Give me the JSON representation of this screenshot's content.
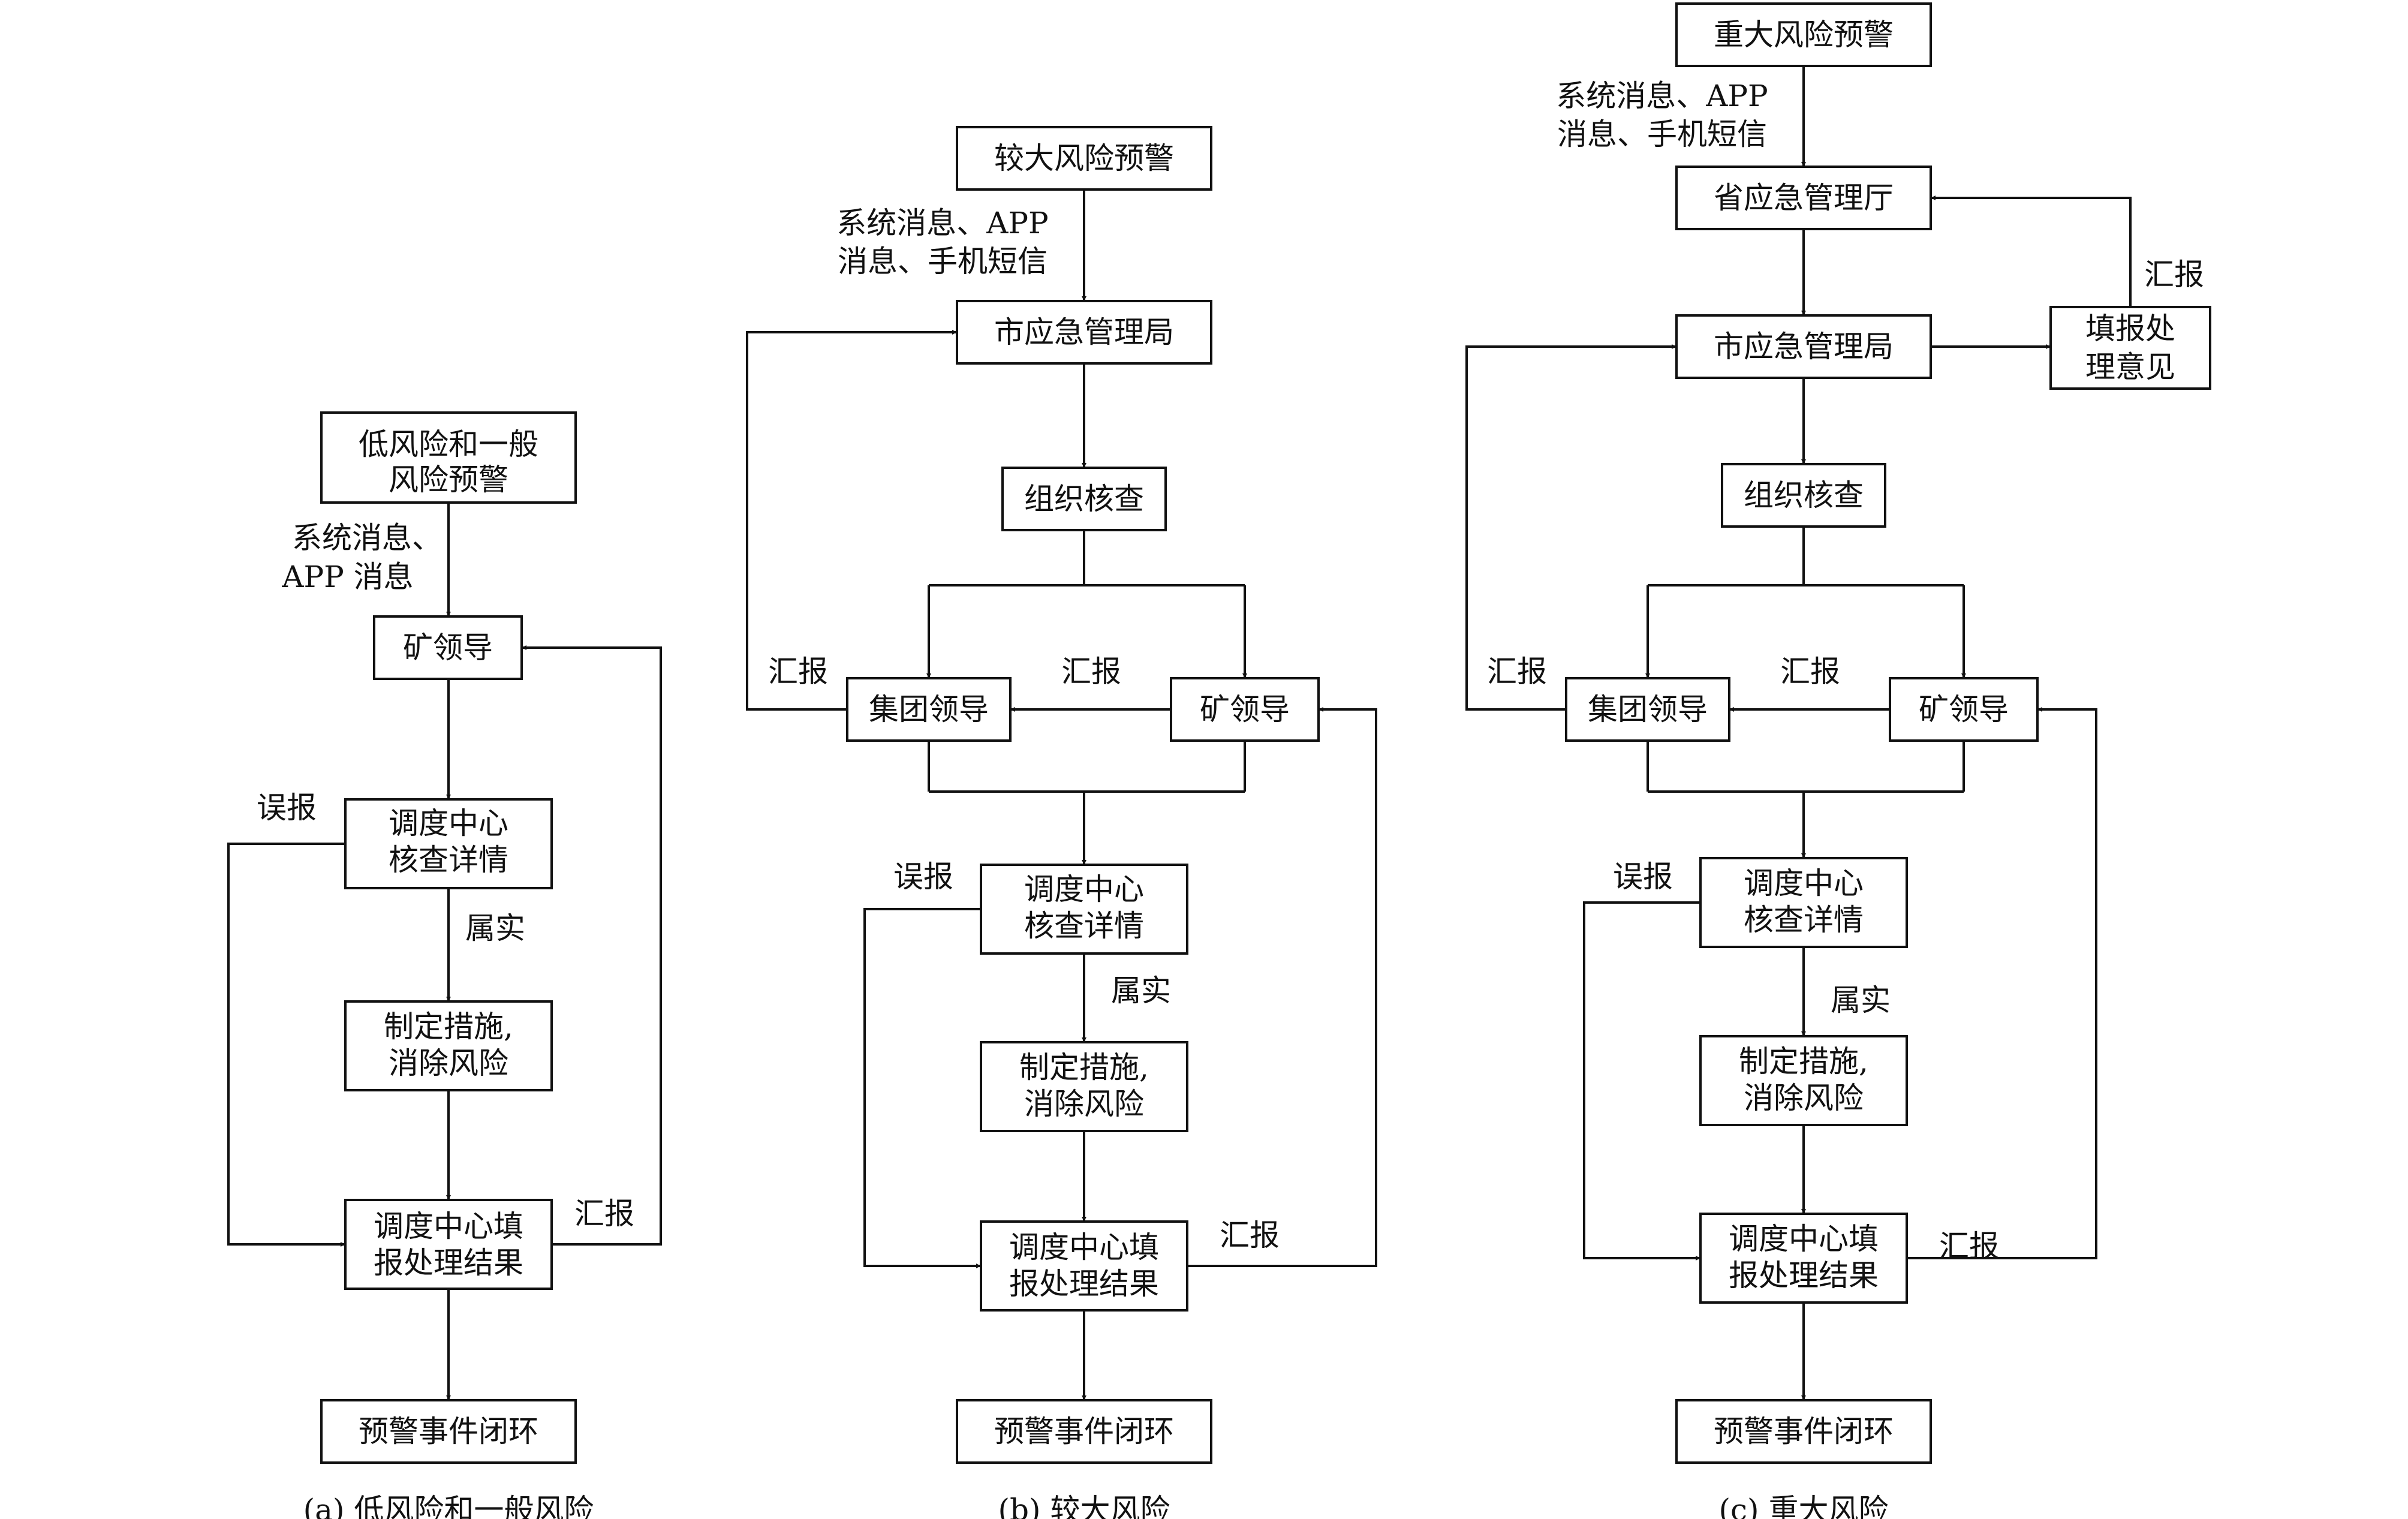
{
  "diagrams": [
    {
      "id": "a",
      "caption": "(a) 低风险和一般风险",
      "nodes": {
        "alert": [
          "低风险和一般",
          "风险预警"
        ],
        "mine_leader": [
          "矿领导"
        ],
        "dispatch_check": [
          "调度中心",
          "核查详情"
        ],
        "measures": [
          "制定措施,",
          "消除风险"
        ],
        "dispatch_report": [
          "调度中心填",
          "报处理结果"
        ],
        "closure": [
          "预警事件闭环"
        ]
      },
      "labels": {
        "notify": [
          "系统消息、",
          "APP 消息"
        ],
        "false_alarm": "误报",
        "true": "属实",
        "report": "汇报"
      }
    },
    {
      "id": "b",
      "caption": "(b) 较大风险",
      "nodes": {
        "alert": [
          "较大风险预警"
        ],
        "city_bureau": [
          "市应急管理局"
        ],
        "organize": [
          "组织核查"
        ],
        "group_leader": [
          "集团领导"
        ],
        "mine_leader": [
          "矿领导"
        ],
        "dispatch_check": [
          "调度中心",
          "核查详情"
        ],
        "measures": [
          "制定措施,",
          "消除风险"
        ],
        "dispatch_report": [
          "调度中心填",
          "报处理结果"
        ],
        "closure": [
          "预警事件闭环"
        ]
      },
      "labels": {
        "notify": [
          "系统消息、APP",
          "消息、手机短信"
        ],
        "report_group": "汇报",
        "report_mine": "汇报",
        "false_alarm": "误报",
        "true": "属实",
        "report_result": "汇报"
      }
    },
    {
      "id": "c",
      "caption": "(c) 重大风险",
      "nodes": {
        "alert": [
          "重大风险预警"
        ],
        "province_dept": [
          "省应急管理厅"
        ],
        "city_bureau": [
          "市应急管理局"
        ],
        "opinion": [
          "填报处",
          "理意见"
        ],
        "organize": [
          "组织核查"
        ],
        "group_leader": [
          "集团领导"
        ],
        "mine_leader": [
          "矿领导"
        ],
        "dispatch_check": [
          "调度中心",
          "核查详情"
        ],
        "measures": [
          "制定措施,",
          "消除风险"
        ],
        "dispatch_report": [
          "调度中心填",
          "报处理结果"
        ],
        "closure": [
          "预警事件闭环"
        ]
      },
      "labels": {
        "notify": [
          "系统消息、APP",
          "消息、手机短信"
        ],
        "report_province": "汇报",
        "report_group": "汇报",
        "report_mine": "汇报",
        "false_alarm": "误报",
        "true": "属实",
        "report_result": "汇报"
      }
    }
  ]
}
